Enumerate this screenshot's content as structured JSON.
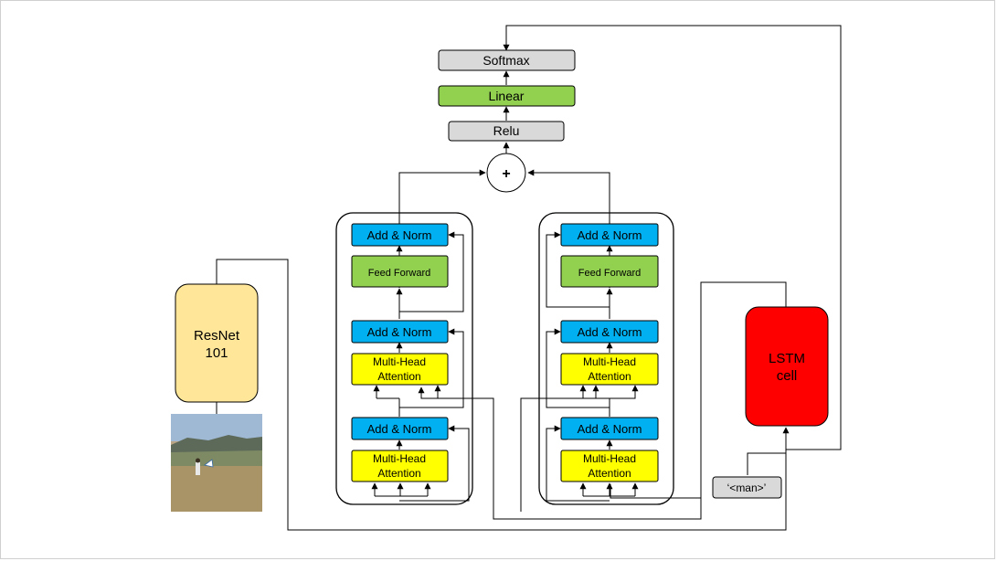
{
  "diagram": {
    "top": {
      "softmax": "Softmax",
      "linear": "Linear",
      "relu": "Relu",
      "add_symbol": "+"
    },
    "left_block": {
      "add_norm_top": "Add & Norm",
      "feed_forward": "Feed Forward",
      "add_norm_mid": "Add & Norm",
      "mha_mid": [
        "Multi-Head",
        "Attention"
      ],
      "add_norm_bottom": "Add & Norm",
      "mha_bottom": [
        "Multi-Head",
        "Attention"
      ]
    },
    "right_block": {
      "add_norm_top": "Add & Norm",
      "feed_forward": "Feed Forward",
      "add_norm_mid": "Add & Norm",
      "mha_mid": [
        "Multi-Head",
        "Attention"
      ],
      "add_norm_bottom": "Add & Norm",
      "mha_bottom": [
        "Multi-Head",
        "Attention"
      ]
    },
    "resnet": [
      "ResNet",
      "101"
    ],
    "lstm": [
      "LSTM",
      "cell"
    ],
    "token": "‘<man>’",
    "colors": {
      "gray_box": "#d9d9d9",
      "green_box": "#92d050",
      "blue_box": "#00b0f0",
      "yellow_box": "#ffff00",
      "resnet_box": "#ffe699",
      "lstm_box": "#ff0000"
    },
    "photo_icon": "field-photo-icon"
  }
}
